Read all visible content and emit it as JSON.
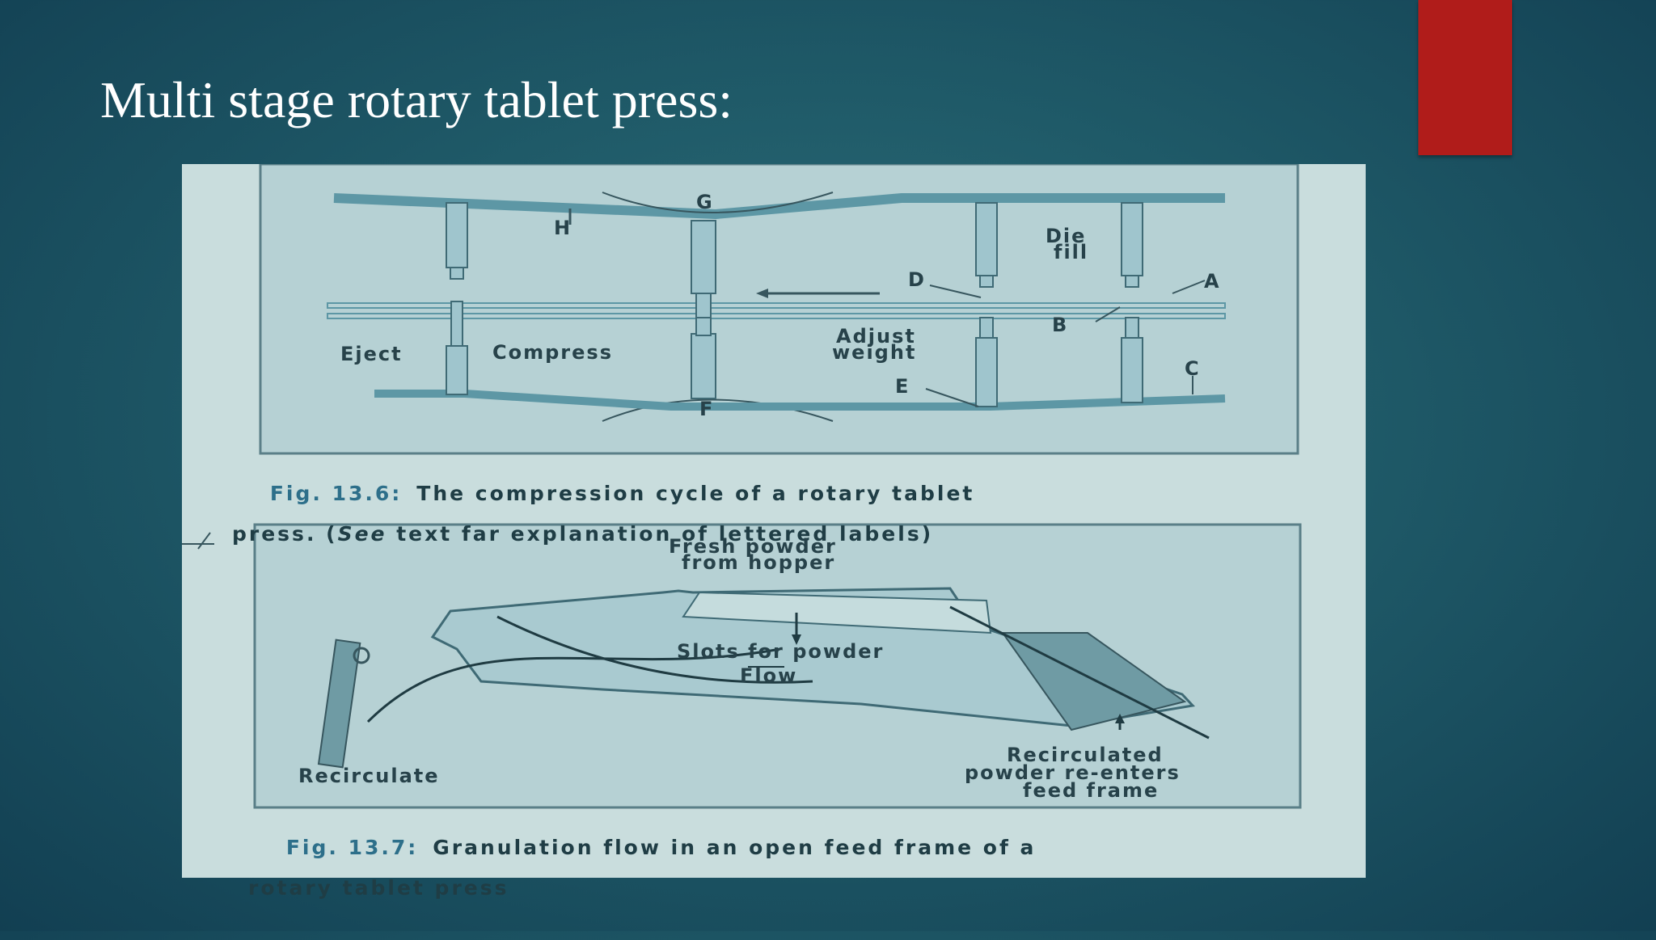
{
  "slide": {
    "title": "Multi stage rotary tablet press:",
    "accent_color": "#b01c1a"
  },
  "fig1": {
    "labels": {
      "g": "G",
      "h": "H",
      "die_fill_1": "Die",
      "die_fill_2": "fill",
      "d": "D",
      "a": "A",
      "b": "B",
      "c": "C",
      "adjust_weight_1": "Adjust",
      "adjust_weight_2": "weight",
      "e": "E",
      "f": "F",
      "eject": "Eject",
      "compress": "Compress"
    },
    "caption": {
      "number": "Fig. 13.6:",
      "text_line1": "The compression cycle of a rotary tablet",
      "text_line2_a": "press. (",
      "text_line2_see": "See",
      "text_line2_b": " text far explanation of lettered labels)"
    }
  },
  "fig2": {
    "labels": {
      "fresh_powder_1": "Fresh powder",
      "fresh_powder_2": "from hopper",
      "slots": "Slots for powder",
      "flow": "Flow",
      "recirculate": "Recirculate",
      "recirculated_1": "Recirculated",
      "recirculated_2": "powder re-enters",
      "recirculated_3": "feed frame"
    },
    "caption": {
      "number": "Fig. 13.7:",
      "text_line1": "Granulation flow in an open feed frame of a",
      "text_line2": "rotary tablet press"
    }
  }
}
